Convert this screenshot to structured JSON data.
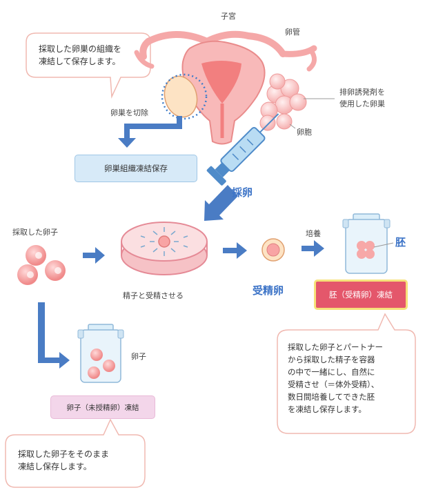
{
  "labels": {
    "uterus": "子宮",
    "tube": "卵管",
    "ovary_cut": "卵巣を切除",
    "stimulated_ovary": "排卵誘発剤を\n使用した卵巣",
    "follicle": "卵胞",
    "egg_retrieval": "採卵",
    "retrieved_eggs": "採取した卵子",
    "fertilize": "精子と受精させる",
    "fertilized_egg": "受精卵",
    "culture": "培養",
    "embryo": "胚",
    "egg": "卵子"
  },
  "boxes": {
    "ovary_tissue_freeze": "卵巣組織凍結保存",
    "embryo_freeze": "胚（受精卵）凍結",
    "egg_freeze": "卵子（未授精卵）凍結"
  },
  "bubbles": {
    "ovary_tissue": "採取した卵巣の組織を\n凍結して保存します。",
    "embryo": "採取した卵子とパートナー\nから採取した精子を容器\nの中で一緒にし、自然に\n受精させ（＝体外受精）、\n数日間培養してできた胚\nを凍結し保存します。",
    "egg": "採取した卵子をそのまま\n凍結し保存します。"
  },
  "colors": {
    "arrow": "#4a7cc4",
    "pink": "#f5a8a8",
    "pink_dark": "#e67d7d",
    "box_blue_bg": "#d7eaf8",
    "box_red_bg": "#e4576b",
    "box_pink_bg": "#f3d6ea",
    "bubble_border": "#f0b8b0",
    "emph_blue": "#3d74c7"
  }
}
